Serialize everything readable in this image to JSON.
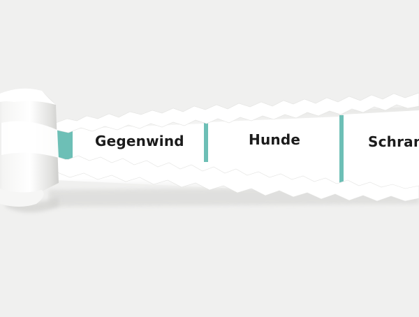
{
  "words": [
    "Gegenwind",
    "Hunde",
    "Schran"
  ],
  "colors": {
    "background": "#f0f0ef",
    "paper": "#ffffff",
    "divider": "#6dbfb6",
    "text": "#1b1b1b"
  }
}
